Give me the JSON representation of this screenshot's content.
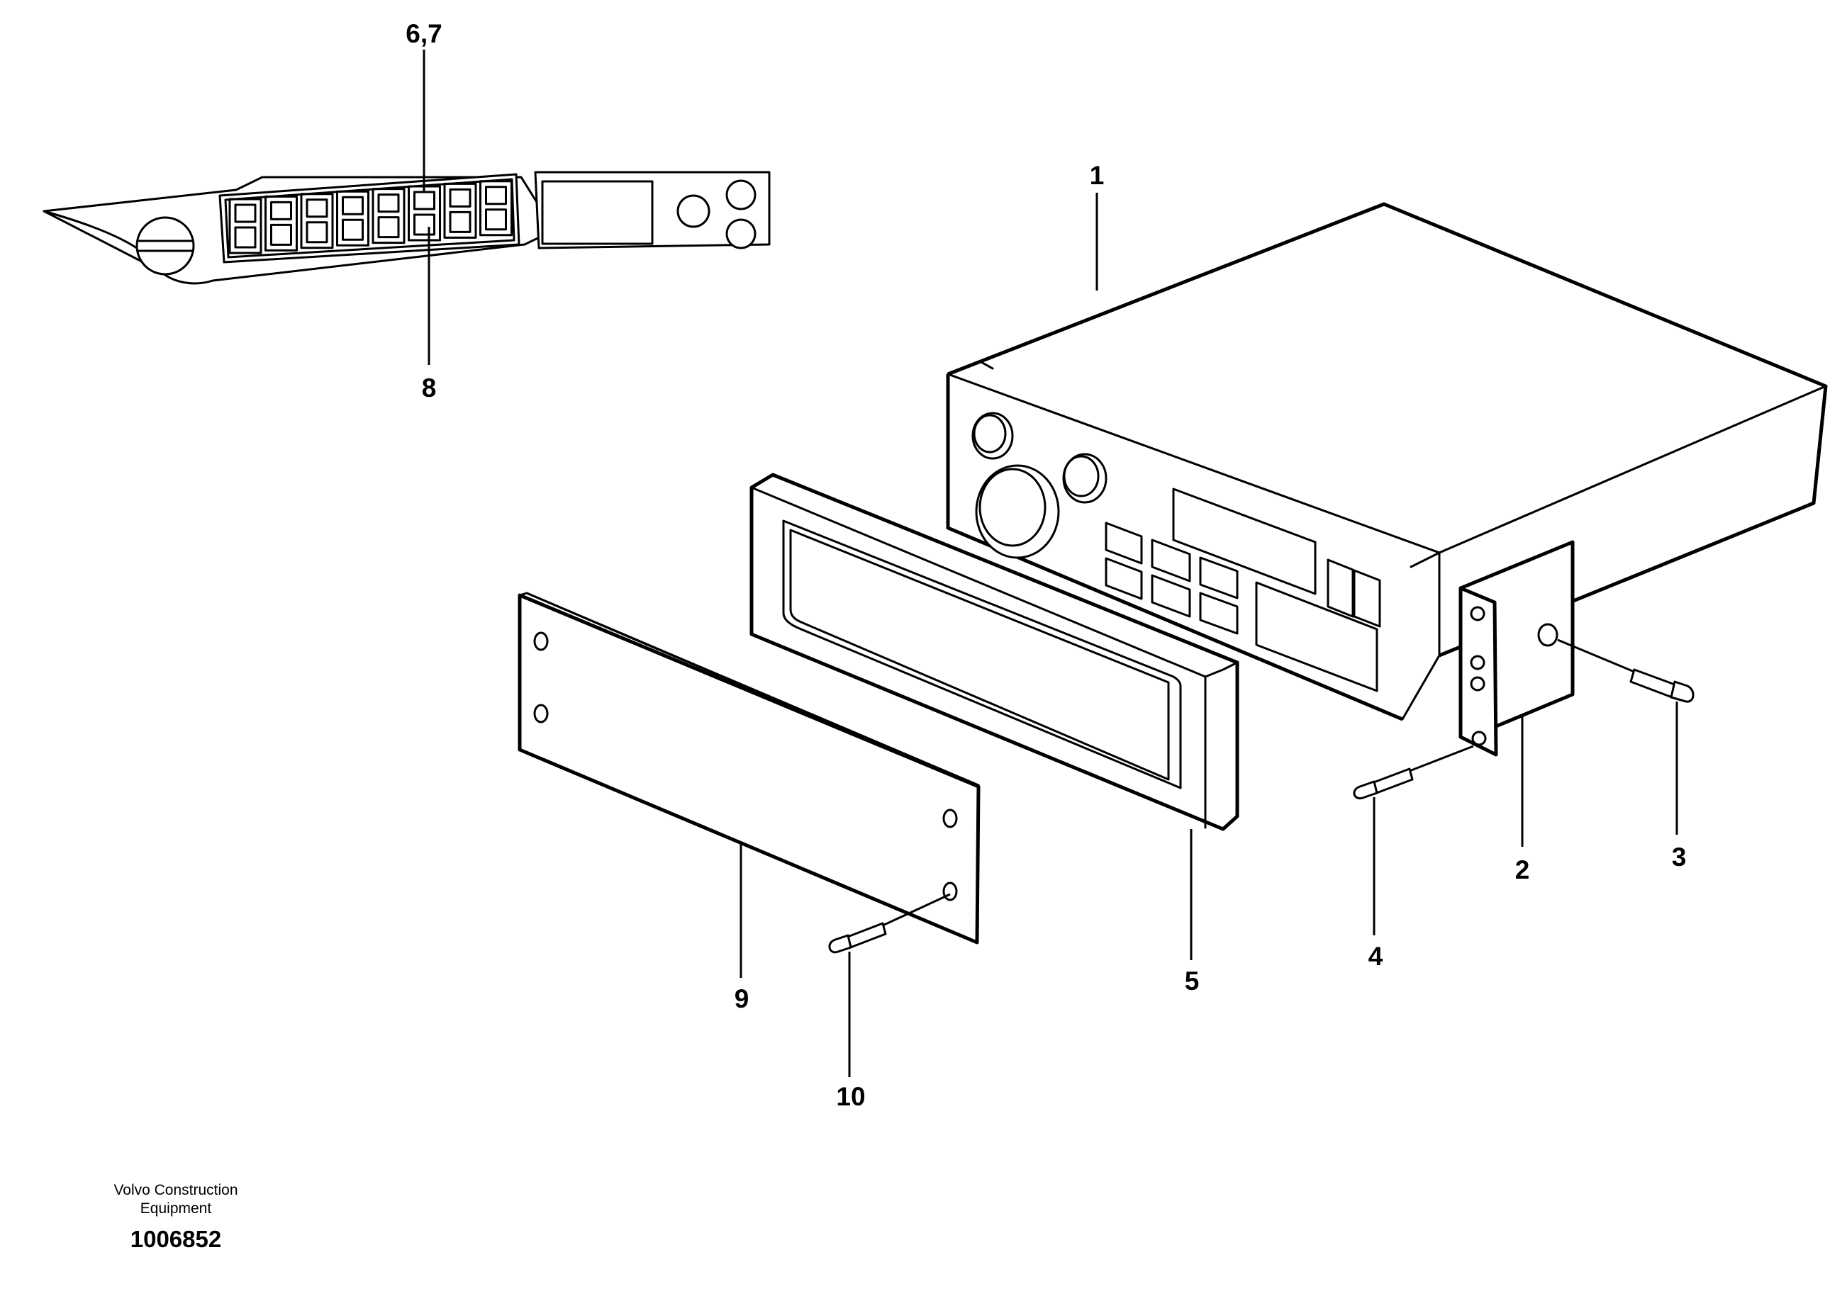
{
  "callouts": {
    "c1": "1",
    "c2": "2",
    "c3": "3",
    "c4": "4",
    "c5": "5",
    "c67": "6,7",
    "c8": "8",
    "c9": "9",
    "c10": "10"
  },
  "footer": {
    "line1": "Volvo Construction",
    "line2": "Equipment",
    "doc_number": "1006852"
  }
}
